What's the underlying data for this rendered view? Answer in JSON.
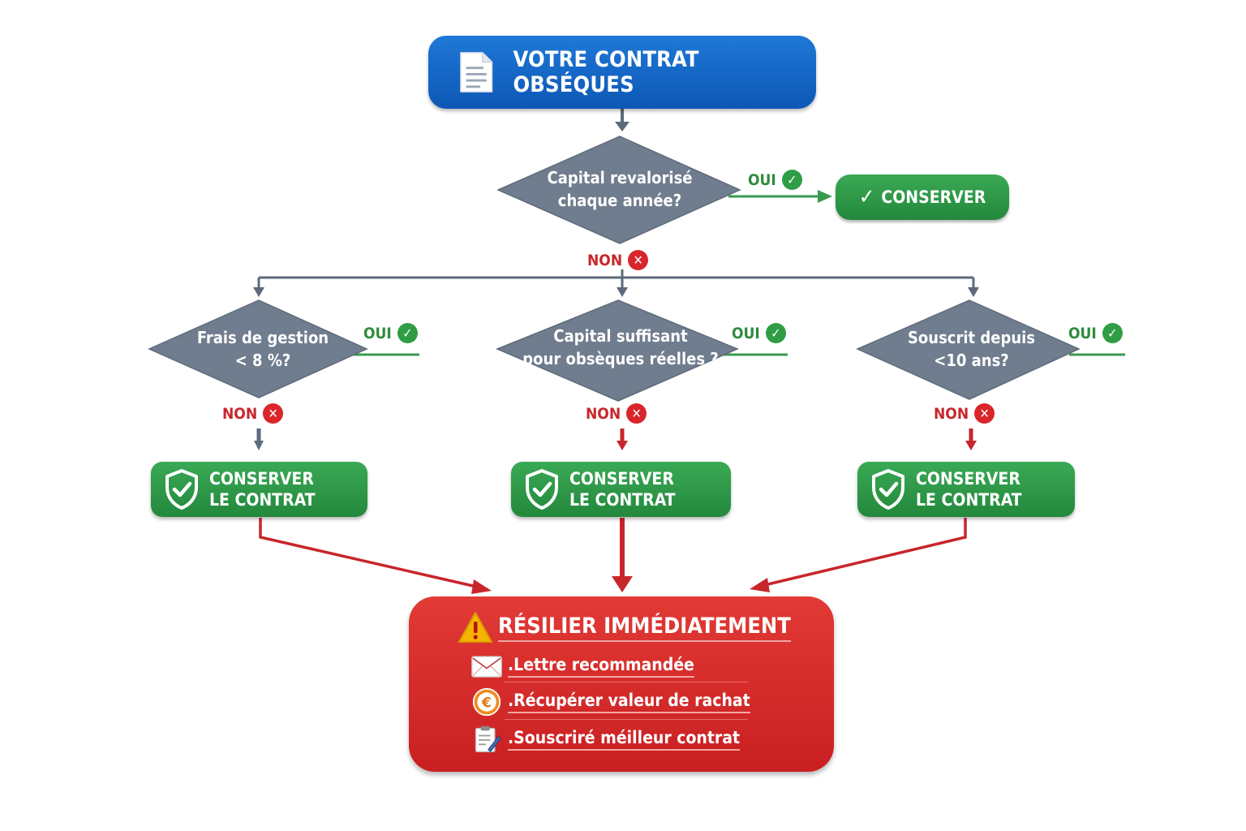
{
  "title": "VOTRE CONTRAT OBSÉQUES",
  "question_main": [
    "Capital revalorisé",
    "chaque année?"
  ],
  "oui_label": "OUI",
  "non_label": "NON",
  "conserver": "CONSERVER",
  "questions": [
    {
      "lines": [
        "Frais de gestion",
        "< 8 %?"
      ]
    },
    {
      "lines": [
        "Capital suffisant",
        "pour obsèques réelles ?"
      ]
    },
    {
      "lines": [
        "Souscrit depuis",
        "<10 ans?"
      ]
    }
  ],
  "keep_contract": [
    "CONSERVER",
    "LE CONTRAT"
  ],
  "terminate": {
    "title": "RÉSILIER IMMÉDIATEMENT",
    "steps": [
      {
        "icon": "envelope-icon",
        "text": ".Lettre recommandée"
      },
      {
        "icon": "euro-coin-icon",
        "text": ".Récupérer valeur de rachat"
      },
      {
        "icon": "clipboard-pen-icon",
        "text": ".Souscriré méilleur contrat"
      }
    ]
  },
  "colors": {
    "blue": "#1565c0",
    "green": "#2e9447",
    "red": "#d52b2b",
    "diamond": "#6f7d8e",
    "connector": "#5c6b7c"
  }
}
